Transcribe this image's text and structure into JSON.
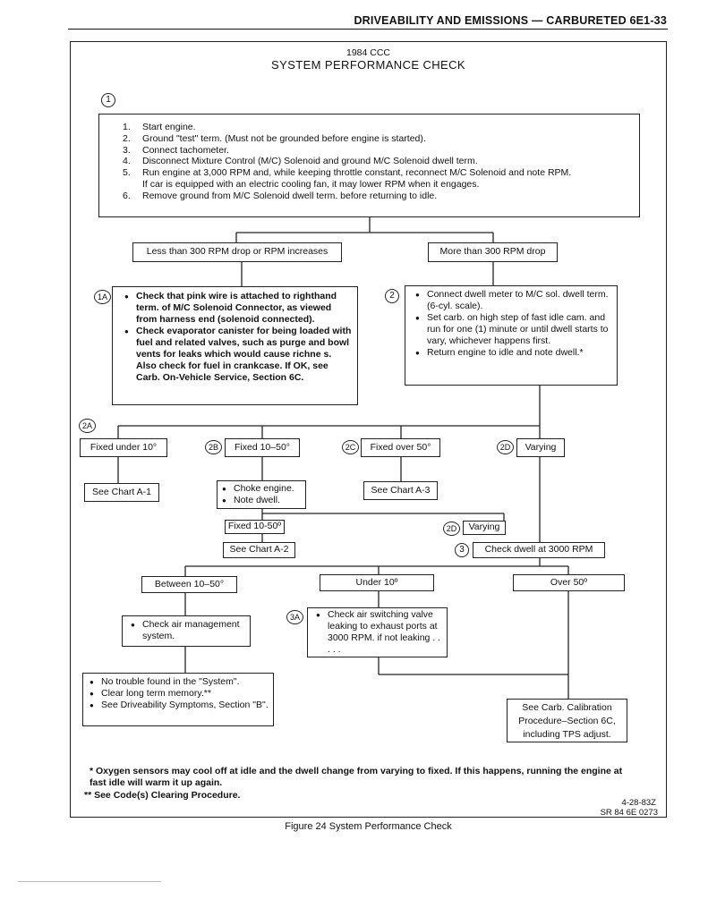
{
  "header": {
    "running_title": "DRIVEABILITY AND EMISSIONS — CARBURETED 6E1-33"
  },
  "title": {
    "line1": "1984 CCC",
    "line2": "SYSTEM PERFORMANCE CHECK"
  },
  "step1": {
    "marker": "1",
    "items": [
      {
        "num": "1.",
        "text": "Start engine."
      },
      {
        "num": "2.",
        "text": "Ground \"test\" term. (Must not be grounded before engine is started)."
      },
      {
        "num": "3.",
        "text": "Connect tachometer."
      },
      {
        "num": "4.",
        "text": "Disconnect Mixture Control (M/C) Solenoid and ground M/C Solenoid dwell term."
      },
      {
        "num": "5.",
        "text": "Run engine at 3,000 RPM and, while keeping throttle constant, reconnect M/C Solenoid and note RPM."
      },
      {
        "num": "",
        "text": "If car is equipped with an electric cooling fan, it may lower RPM when it engages."
      },
      {
        "num": "6.",
        "text": "Remove ground from M/C Solenoid dwell term. before returning to idle."
      }
    ]
  },
  "branch_left": "Less than 300 RPM drop or RPM increases",
  "branch_right": "More than 300 RPM drop",
  "step1a": {
    "marker": "1A",
    "items": [
      "Check that pink wire is attached to righthand term. of M/C Solenoid Connector, as viewed from harness end (solenoid connected).",
      "Check evaporator canister for being loaded with fuel and related valves, such as purge and bowl vents for leaks which would cause richne s. Also check for fuel in crankcase. If OK, see Carb. On-Vehicle Service, Section 6C."
    ]
  },
  "step2": {
    "marker": "2",
    "items": [
      "Connect dwell meter to M/C sol. dwell term. (6-cyl. scale).",
      "Set carb. on high step of fast idle cam. and run for one (1) minute or until dwell starts to vary, whichever happens first.",
      "Return engine to idle and note dwell.*"
    ]
  },
  "row2": {
    "m2a": "2A",
    "fixed_under": "Fixed under 10°",
    "m2b": "2B",
    "fixed_10_50": "Fixed 10–50°",
    "m2c": "2C",
    "fixed_over": "Fixed over 50°",
    "m2d": "2D",
    "varying": "Varying"
  },
  "see_a1": "See Chart A-1",
  "choke": {
    "items": [
      "Choke engine.",
      "Note dwell."
    ]
  },
  "see_a3": "See Chart A-3",
  "fixed_10_50b": "Fixed 10-50º",
  "see_a2": "See Chart A-2",
  "m2d_b": "2D",
  "varying_b": "Varying",
  "m3": "3",
  "check_dwell": "Check dwell at 3000 RPM",
  "between": "Between 10–50°",
  "under10": "Under 10º",
  "over50": "Over 50º",
  "air_mgmt": "Check air management system.",
  "m3a": "3A",
  "air_switch": "Check air switching valve leaking to exhaust ports at 3000 RPM. if not leaking . . . . .",
  "no_trouble": {
    "items": [
      "No trouble found in the \"System\".",
      "Clear long term memory.**",
      "See Driveability Symptoms, Section \"B\"."
    ]
  },
  "carb_cal": {
    "line1": "See Carb. Calibration",
    "line2": "Procedure–Section 6C,",
    "line3": "including TPS adjust."
  },
  "footnote1": "* Oxygen sensors may cool off at idle and the dwell change from varying to fixed. If this happens, running the engine at fast idle will warm it up again.",
  "footnote2": "** See Code(s) Clearing Procedure.",
  "ref_date": "4-28-83Z",
  "ref_num": "SR 84 6E 0273",
  "caption": "Figure 24 System Performance Check"
}
